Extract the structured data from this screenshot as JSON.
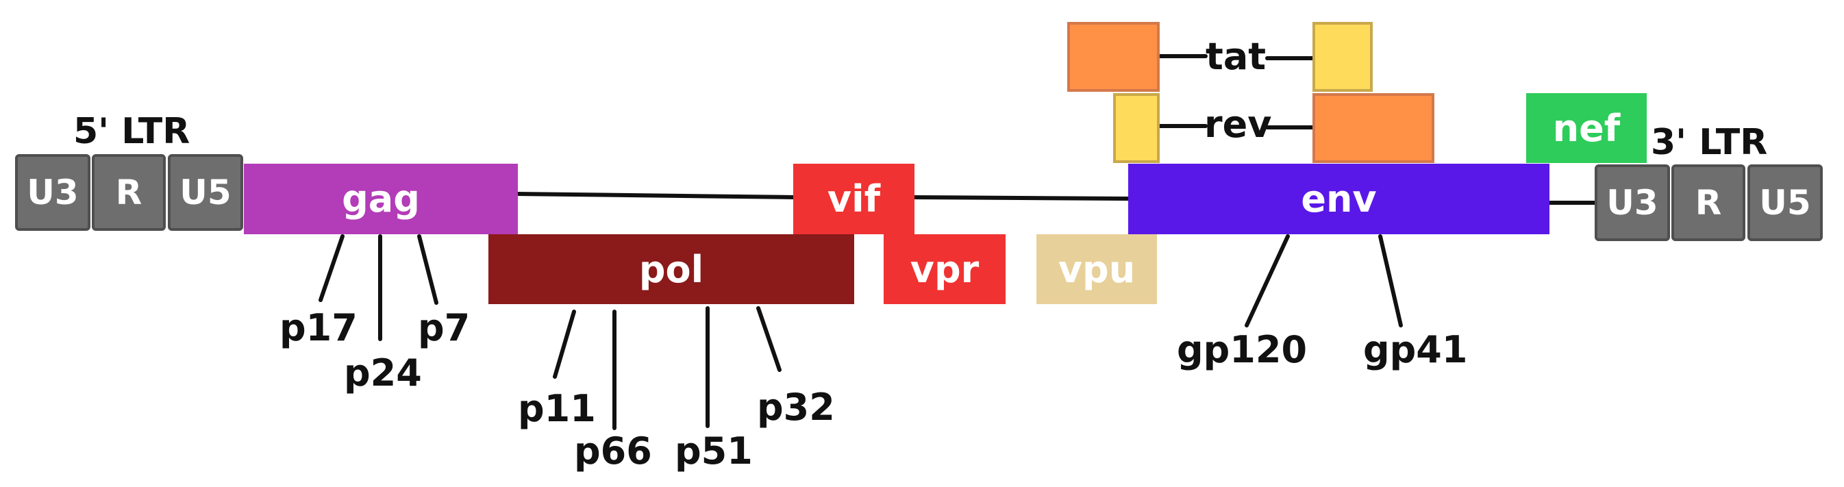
{
  "ltr5": {
    "title": "5' LTR",
    "u3": "U3",
    "r": "R",
    "u5": "U5"
  },
  "ltr3": {
    "title": "3' LTR",
    "u3": "U3",
    "r": "R",
    "u5": "U5"
  },
  "genes": {
    "gag": "gag",
    "pol": "pol",
    "vif": "vif",
    "vpr": "vpr",
    "vpu": "vpu",
    "env": "env",
    "nef": "nef",
    "tat": "tat",
    "rev": "rev"
  },
  "proteins": {
    "p17": "p17",
    "p24": "p24",
    "p7": "p7",
    "p11": "p11",
    "p66": "p66",
    "p51": "p51",
    "p32": "p32",
    "gp120": "gp120",
    "gp41": "gp41"
  },
  "colors": {
    "ltr": "#6e6e6e",
    "gag": "#b33cb8",
    "pol": "#8b1a1a",
    "vif": "#f03232",
    "vpr": "#f03232",
    "vpu": "#e8d09a",
    "env": "#5a18e8",
    "nef": "#2ecc5a",
    "tat_rev_orange": "#ff9147",
    "tat_rev_yellow": "#ffdb5c"
  }
}
